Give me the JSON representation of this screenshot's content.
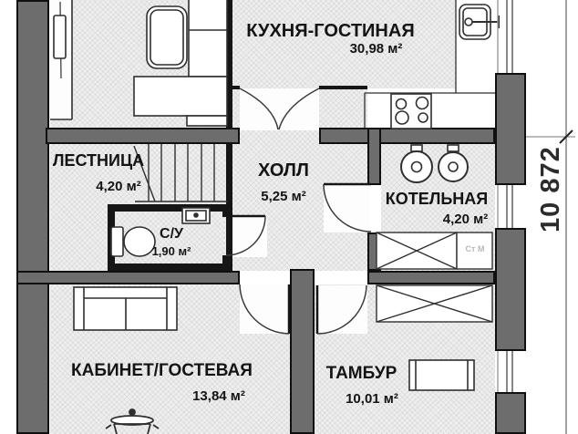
{
  "plan_type": "floor-plan",
  "rooms": [
    {
      "id": "kitchen-living",
      "name": "КУХНЯ-ГОСТИНАЯ",
      "area": "30,98 м²"
    },
    {
      "id": "staircase",
      "name": "ЛЕСТНИЦА",
      "area": "4,20 м²"
    },
    {
      "id": "hall",
      "name": "ХОЛЛ",
      "area": "5,25 м²"
    },
    {
      "id": "boiler-room",
      "name": "КОТЕЛЬНАЯ",
      "area": "4,20 м²"
    },
    {
      "id": "bathroom",
      "name": "С/У",
      "area": "1,90 м²"
    },
    {
      "id": "study-guest",
      "name": "КАБИНЕТ/ГОСТЕВАЯ",
      "area": "13,84 м²"
    },
    {
      "id": "vestibule",
      "name": "ТАМБУР",
      "area": "10,01 м²"
    }
  ],
  "annotations": {
    "washing_machine_label": "Ст М",
    "right_dimension": "10 872"
  },
  "icons": [
    "tv-icon",
    "coffee-table-icon",
    "corner-sofa-icon",
    "kitchen-sink-icon",
    "stove-icon",
    "kitchen-counter",
    "stairs-icon",
    "toilet-icon",
    "washbasin-icon",
    "boiler-icon",
    "boiler-icon",
    "wardrobe-crossed-icon",
    "washing-machine-icon",
    "wardrobe-crossed-icon",
    "sofa-icon",
    "pot-stove-icon",
    "bench-icon",
    "door-arc",
    "double-door-arc",
    "window",
    "dimension-line"
  ],
  "colors": {
    "wall_fill": "#6d6d6d",
    "wall_edge": "#101010",
    "floor_hatch": "#efeeee",
    "text": "#141414"
  }
}
